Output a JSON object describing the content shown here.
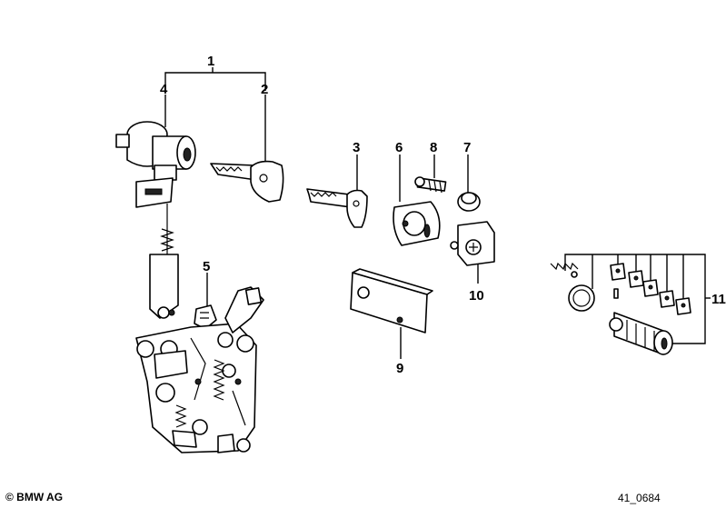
{
  "callouts": {
    "c1": "1",
    "c2": "2",
    "c3": "3",
    "c4": "4",
    "c5": "5",
    "c6": "6",
    "c7": "7",
    "c8": "8",
    "c9": "9",
    "c10": "10",
    "c11": "11"
  },
  "footer": {
    "copyright": "© BMW AG",
    "diagram_code": "41_0684"
  }
}
